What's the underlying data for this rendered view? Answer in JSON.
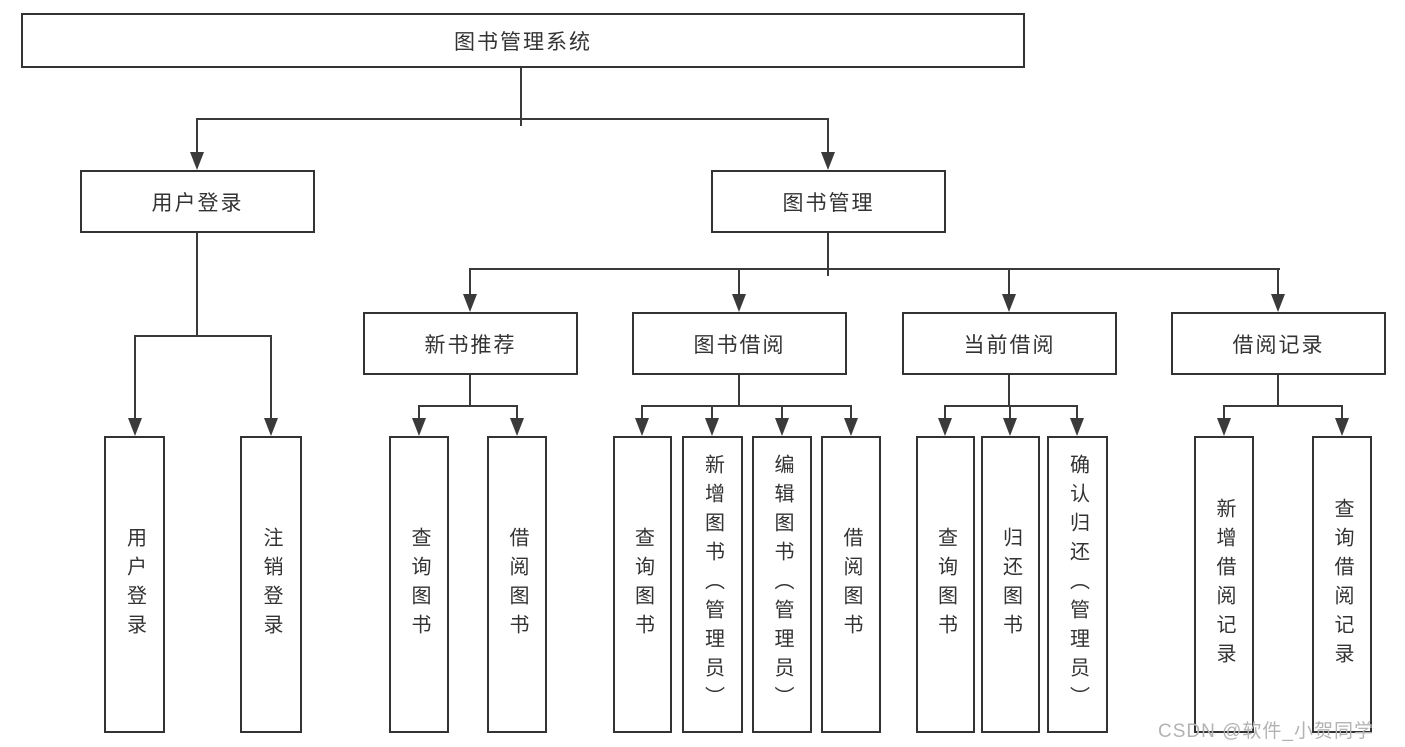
{
  "title": "图书管理系统",
  "tree": {
    "root": "图书管理系统",
    "branches": [
      {
        "label": "用户登录",
        "children": [
          {
            "label": "用户登录"
          },
          {
            "label": "注销登录"
          }
        ]
      },
      {
        "label": "图书管理",
        "children": [
          {
            "label": "新书推荐",
            "children": [
              {
                "label": "查询图书"
              },
              {
                "label": "借阅图书"
              }
            ]
          },
          {
            "label": "图书借阅",
            "children": [
              {
                "label": "查询图书"
              },
              {
                "label": "新增图书（管理员）"
              },
              {
                "label": "编辑图书（管理员）"
              },
              {
                "label": "借阅图书"
              }
            ]
          },
          {
            "label": "当前借阅",
            "children": [
              {
                "label": "查询图书"
              },
              {
                "label": "归还图书"
              },
              {
                "label": "确认归还（管理员）"
              }
            ]
          },
          {
            "label": "借阅记录",
            "children": [
              {
                "label": "新增借阅记录"
              },
              {
                "label": "查询借阅记录"
              }
            ]
          }
        ]
      }
    ]
  },
  "watermark": "CSDN @软件_小贺同学",
  "colors": {
    "line": "#3a3a3a",
    "text": "#333333",
    "box_background": "#ffffff",
    "watermark": "#b3b3b3"
  }
}
